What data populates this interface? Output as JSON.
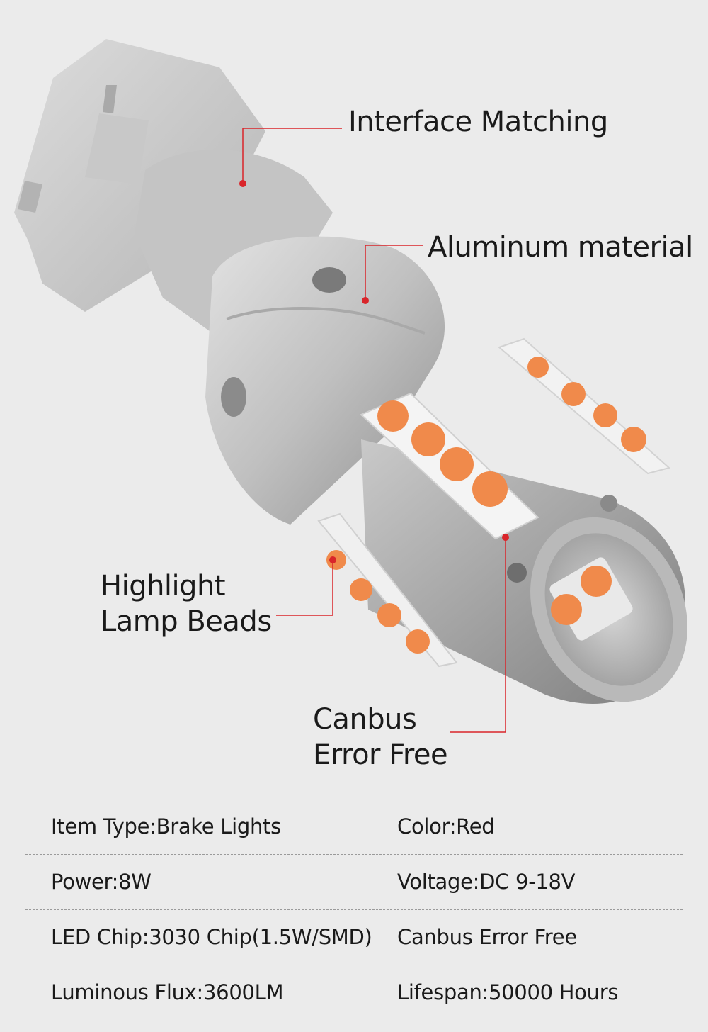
{
  "callouts": {
    "interface": "Interface Matching",
    "aluminum": "Aluminum material",
    "highlight_line1": "Highlight",
    "highlight_line2": "Lamp Beads",
    "canbus_line1": "Canbus",
    "canbus_line2": "Error Free"
  },
  "specs": [
    {
      "left": "Item Type:Brake Lights",
      "right": "Color:Red"
    },
    {
      "left": "Power:8W",
      "right": "Voltage:DC 9-18V"
    },
    {
      "left": "LED Chip:3030 Chip(1.5W/SMD)",
      "right": "Canbus Error Free"
    },
    {
      "left": "Luminous Flux:3600LM",
      "right": "Lifespan:50000 Hours"
    }
  ],
  "colors": {
    "background": "#ebebeb",
    "callout_line": "#d9252a",
    "led_orange": "#f08a4b"
  }
}
